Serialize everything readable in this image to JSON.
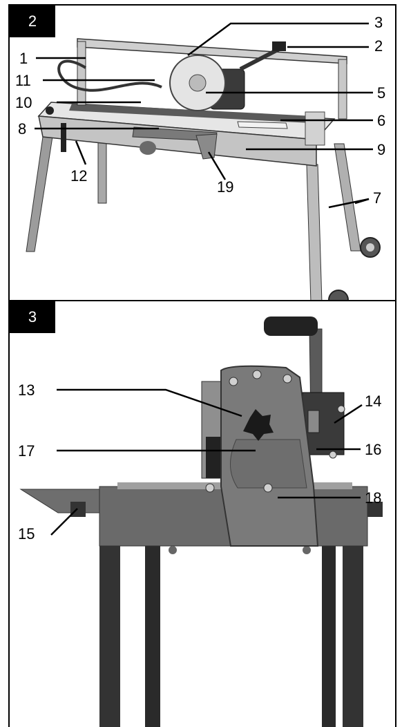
{
  "figures": [
    {
      "badge": "2",
      "callouts": [
        "1",
        "2",
        "3",
        "5",
        "6",
        "7",
        "8",
        "9",
        "10",
        "11",
        "12",
        "19"
      ]
    },
    {
      "badge": "3",
      "callouts": [
        "13",
        "14",
        "15",
        "16",
        "17",
        "18"
      ]
    }
  ],
  "colors": {
    "metal_light": "#d8d8d8",
    "metal_mid": "#9a9a9a",
    "body_dark": "#6a6a6a",
    "leg_dark": "#333333",
    "ink": "#000000"
  }
}
